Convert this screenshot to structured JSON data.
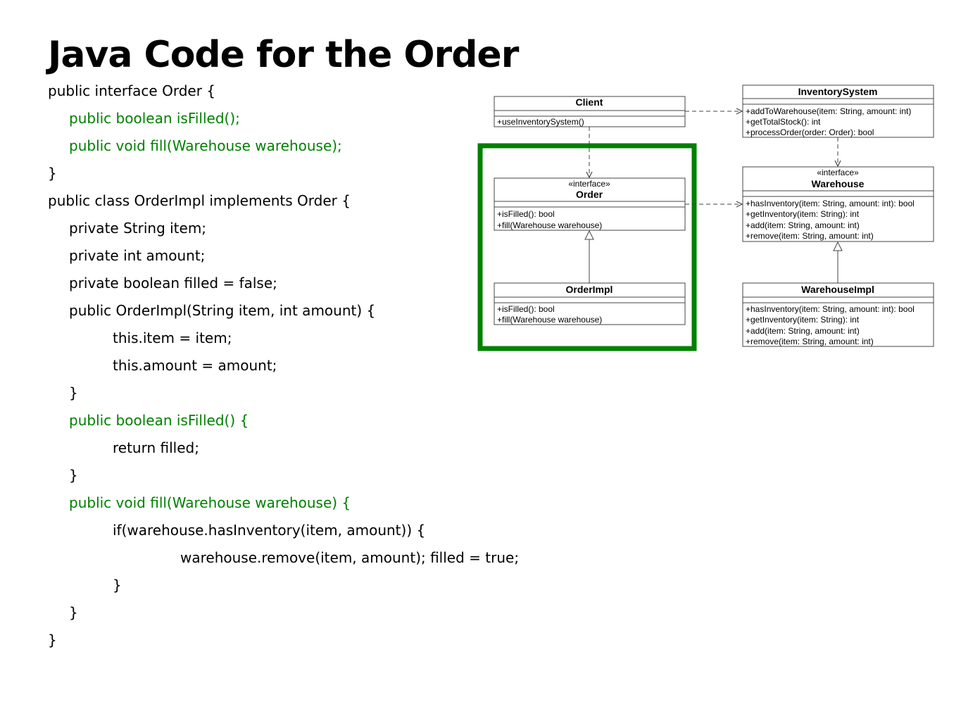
{
  "slide": {
    "title": "Java Code for the Order",
    "code_lines": [
      {
        "text": "public interface Order {",
        "indent": 0,
        "highlight": false
      },
      {
        "text": "public boolean isFilled();",
        "indent": 1,
        "highlight": true
      },
      {
        "text": "public void fill(Warehouse warehouse);",
        "indent": 1,
        "highlight": true
      },
      {
        "text": "}",
        "indent": 0,
        "highlight": false
      },
      {
        "text": "public class OrderImpl implements Order {",
        "indent": 0,
        "highlight": false
      },
      {
        "text": "private String item;",
        "indent": 1,
        "highlight": false
      },
      {
        "text": "private int amount;",
        "indent": 1,
        "highlight": false
      },
      {
        "text": "private boolean filled = false;",
        "indent": 1,
        "highlight": false
      },
      {
        "text": "public OrderImpl(String item, int amount) {",
        "indent": 1,
        "highlight": false
      },
      {
        "text": "this.item = item;",
        "indent": 2,
        "highlight": false
      },
      {
        "text": "this.amount = amount;",
        "indent": 2,
        "highlight": false
      },
      {
        "text": "}",
        "indent": 1,
        "highlight": false
      },
      {
        "text": "public boolean isFilled() {",
        "indent": 1,
        "highlight": true
      },
      {
        "text": "return filled;",
        "indent": 2,
        "highlight": false
      },
      {
        "text": "}",
        "indent": 1,
        "highlight": false
      },
      {
        "text": "public void fill(Warehouse warehouse) {",
        "indent": 1,
        "highlight": true
      },
      {
        "text": "if(warehouse.hasInventory(item, amount)) {",
        "indent": 2,
        "highlight": false
      },
      {
        "text": "warehouse.remove(item, amount); filled = true;",
        "indent": 3,
        "highlight": false
      },
      {
        "text": "}",
        "indent": 2,
        "highlight": false
      },
      {
        "text": "}",
        "indent": 1,
        "highlight": false
      },
      {
        "text": "}",
        "indent": 0,
        "highlight": false
      }
    ]
  },
  "uml": {
    "highlight_color": "#008000",
    "classes": {
      "client": {
        "name": "Client",
        "stereotype": "",
        "members": [
          "+useInventorySystem()"
        ]
      },
      "inventory_system": {
        "name": "InventorySystem",
        "stereotype": "",
        "members": [
          "+addToWarehouse(item: String, amount: int)",
          "+getTotalStock(): int",
          "+processOrder(order: Order): bool"
        ]
      },
      "order": {
        "name": "Order",
        "stereotype": "«interface»",
        "members": [
          "+isFilled(): bool",
          "+fill(Warehouse warehouse)"
        ]
      },
      "warehouse": {
        "name": "Warehouse",
        "stereotype": "«interface»",
        "members": [
          "+hasInventory(item: String, amount: int): bool",
          "+getInventory(item: String): int",
          "+add(item: String, amount: int)",
          "+remove(item: String, amount: int)"
        ]
      },
      "order_impl": {
        "name": "OrderImpl",
        "stereotype": "",
        "members": [
          "+isFilled(): bool",
          "+fill(Warehouse warehouse)"
        ]
      },
      "warehouse_impl": {
        "name": "WarehouseImpl",
        "stereotype": "",
        "members": [
          "+hasInventory(item: String, amount: int): bool",
          "+getInventory(item: String): int",
          "+add(item: String, amount: int)",
          "+remove(item: String, amount: int)"
        ]
      }
    }
  }
}
